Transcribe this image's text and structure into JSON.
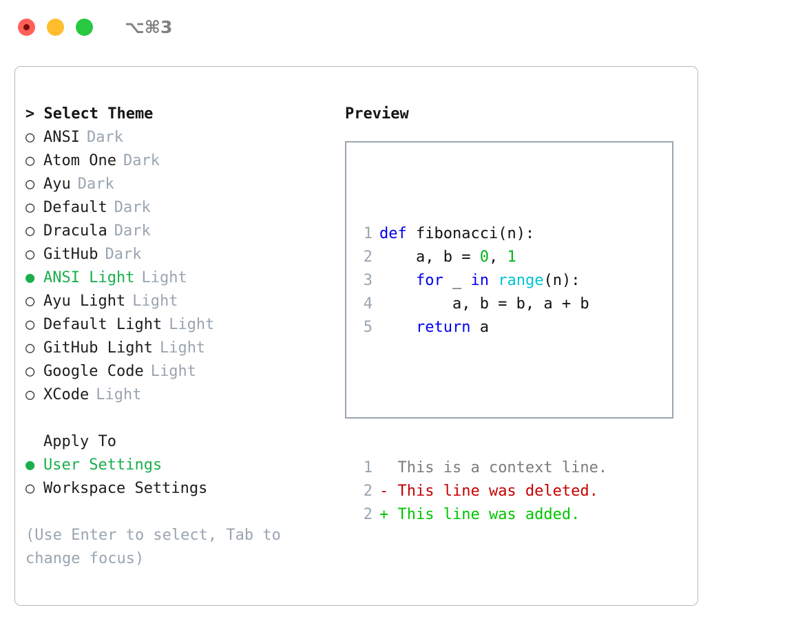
{
  "titlebar": {
    "shortcut": "⌥⌘3",
    "lights": [
      {
        "name": "close",
        "color": "#ff6058"
      },
      {
        "name": "minimize",
        "color": "#ffbd2e"
      },
      {
        "name": "maximize",
        "color": "#28c840"
      }
    ]
  },
  "theme_panel": {
    "header": "> Select Theme",
    "items": [
      {
        "marker": "○",
        "label": "ANSI",
        "suffix": "Dark",
        "selected": false
      },
      {
        "marker": "○",
        "label": "Atom One",
        "suffix": "Dark",
        "selected": false
      },
      {
        "marker": "○",
        "label": "Ayu",
        "suffix": "Dark",
        "selected": false
      },
      {
        "marker": "○",
        "label": "Default",
        "suffix": "Dark",
        "selected": false
      },
      {
        "marker": "○",
        "label": "Dracula",
        "suffix": "Dark",
        "selected": false
      },
      {
        "marker": "○",
        "label": "GitHub",
        "suffix": "Dark",
        "selected": false
      },
      {
        "marker": "●",
        "label": "ANSI Light",
        "suffix": "Light",
        "selected": true
      },
      {
        "marker": "○",
        "label": "Ayu Light",
        "suffix": "Light",
        "selected": false
      },
      {
        "marker": "○",
        "label": "Default Light",
        "suffix": "Light",
        "selected": false
      },
      {
        "marker": "○",
        "label": "GitHub Light",
        "suffix": "Light",
        "selected": false
      },
      {
        "marker": "○",
        "label": "Google Code",
        "suffix": "Light",
        "selected": false
      },
      {
        "marker": "○",
        "label": "XCode",
        "suffix": "Light",
        "selected": false
      }
    ]
  },
  "apply_to": {
    "header": "Apply To",
    "items": [
      {
        "marker": "●",
        "label": "User Settings",
        "selected": true
      },
      {
        "marker": "○",
        "label": "Workspace Settings",
        "selected": false
      }
    ]
  },
  "hint": "(Use Enter to select, Tab to change focus)",
  "preview": {
    "title": "Preview",
    "code_lines": [
      {
        "no": "1",
        "tokens": [
          {
            "t": "def",
            "c": "kw"
          },
          {
            "t": " fibonacci(n):",
            "c": "pl"
          }
        ]
      },
      {
        "no": "2",
        "tokens": [
          {
            "t": "    a, b = ",
            "c": "pl"
          },
          {
            "t": "0",
            "c": "num"
          },
          {
            "t": ", ",
            "c": "pl"
          },
          {
            "t": "1",
            "c": "num"
          }
        ]
      },
      {
        "no": "3",
        "tokens": [
          {
            "t": "    ",
            "c": "pl"
          },
          {
            "t": "for",
            "c": "kw"
          },
          {
            "t": " _ ",
            "c": "pl"
          },
          {
            "t": "in",
            "c": "kw"
          },
          {
            "t": " ",
            "c": "pl"
          },
          {
            "t": "range",
            "c": "fn"
          },
          {
            "t": "(n):",
            "c": "pl"
          }
        ]
      },
      {
        "no": "4",
        "tokens": [
          {
            "t": "        a, b = b, a + b",
            "c": "pl"
          }
        ]
      },
      {
        "no": "5",
        "tokens": [
          {
            "t": "    ",
            "c": "pl"
          },
          {
            "t": "return",
            "c": "kw"
          },
          {
            "t": " a",
            "c": "pl"
          }
        ]
      }
    ],
    "diff_lines": [
      {
        "no": "1",
        "sign": " ",
        "text": "This is a context line.",
        "kind": "ctx"
      },
      {
        "no": "2",
        "sign": "-",
        "text": "This line was deleted.",
        "kind": "del"
      },
      {
        "no": "2",
        "sign": "+",
        "text": "This line was added.",
        "kind": "add"
      }
    ]
  },
  "colors": {
    "accent_green": "#1aaf4b",
    "muted": "#9aa5b1",
    "keyword": "#0000ee",
    "number": "#00b517",
    "builtin": "#00c3d0",
    "diff_delete": "#c40000",
    "diff_add": "#00c400",
    "border": "#b4bac4"
  }
}
